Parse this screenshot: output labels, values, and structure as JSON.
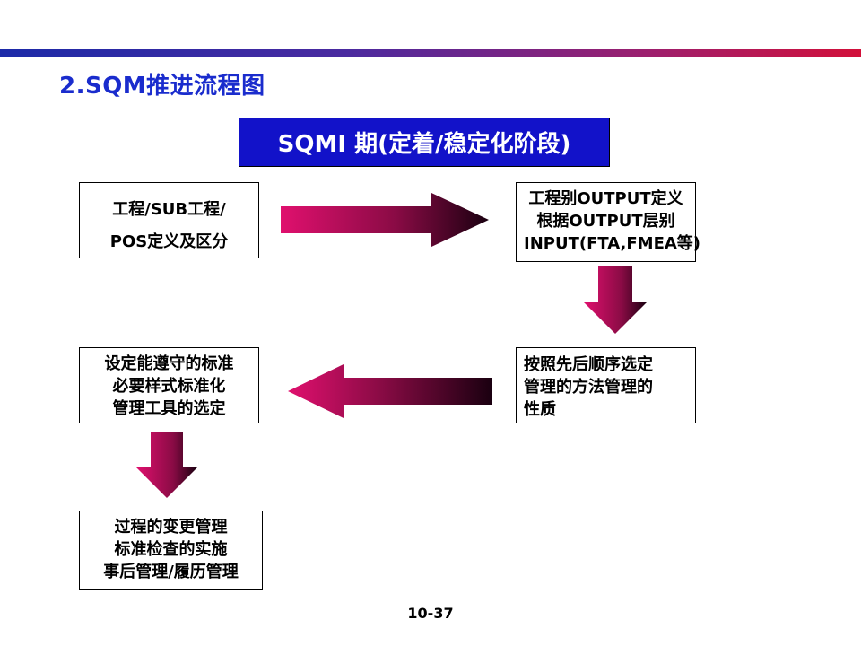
{
  "title": "2.SQM推进流程图",
  "banner": "SQMI 期(定着/稳定化阶段)",
  "boxes": {
    "define": {
      "lines": [
        "工程/SUB工程/",
        "POS定义及区分"
      ]
    },
    "output": {
      "lines": [
        "工程别OUTPUT定义",
        "根据OUTPUT层别",
        "INPUT(FTA,FMEA等)"
      ]
    },
    "method": {
      "lines": [
        "按照先后顺序选定",
        "管理的方法管理的",
        "性质"
      ]
    },
    "standard": {
      "lines": [
        "设定能遵守的标准",
        "必要样式标准化",
        "管理工具的选定"
      ]
    },
    "change": {
      "lines": [
        "过程的变更管理",
        "标准检查的实施",
        "事后管理/履历管理"
      ]
    }
  },
  "page_number": "10-37",
  "colors": {
    "title": "#1a2ccd",
    "banner_bg": "#1212c9",
    "arrow_light": "#e0106e",
    "arrow_dark": "#1a0010"
  }
}
